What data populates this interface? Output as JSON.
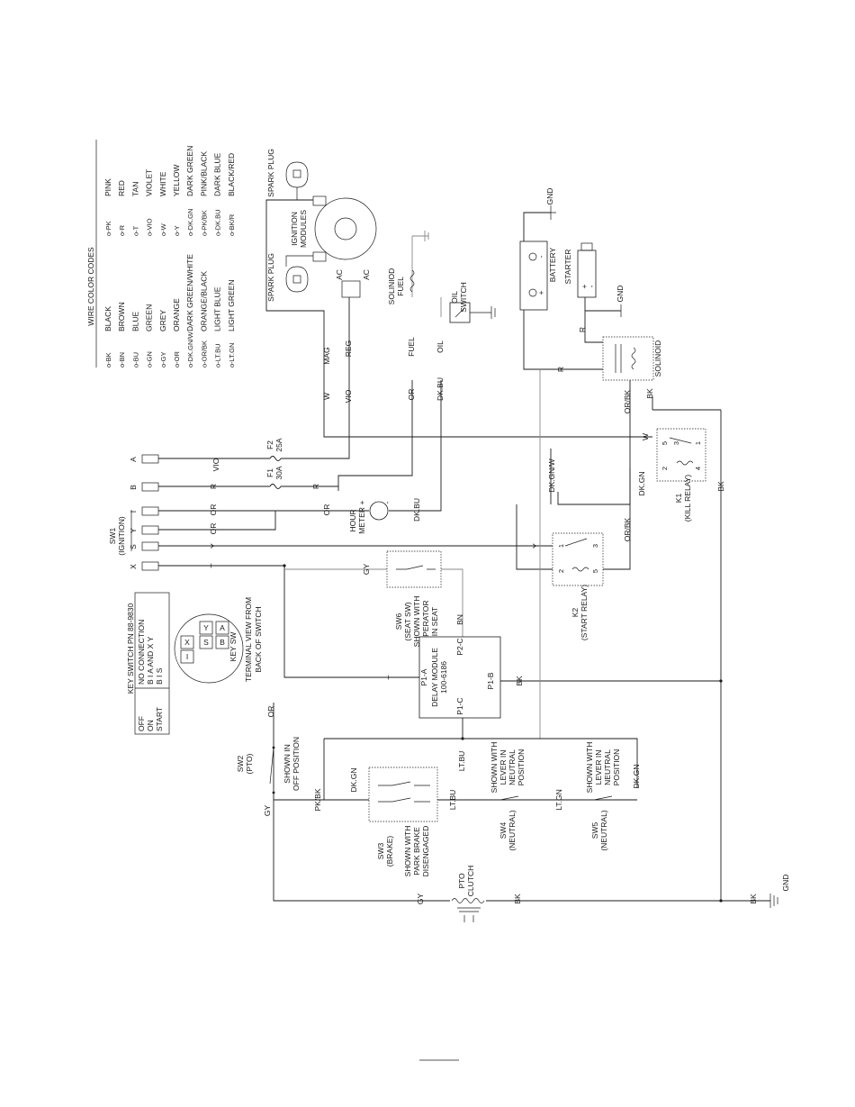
{
  "legend": {
    "title": "WIRE COLOR CODES",
    "rows": [
      {
        "code": "BK",
        "name": "BLACK",
        "code2": "PK",
        "name2": "PINK"
      },
      {
        "code": "BN",
        "name": "BROWN",
        "code2": "R",
        "name2": "RED"
      },
      {
        "code": "BU",
        "name": "BLUE",
        "code2": "T",
        "name2": "TAN"
      },
      {
        "code": "GN",
        "name": "GREEN",
        "code2": "VIO",
        "name2": "VIOLET"
      },
      {
        "code": "GY",
        "name": "GREY",
        "code2": "W",
        "name2": "WHITE"
      },
      {
        "code": "OR",
        "name": "ORANGE",
        "code2": "Y",
        "name2": "YELLOW"
      },
      {
        "code": "DK.GN/W",
        "name": "DARK GREEN/WHITE",
        "code2": "DK.GN",
        "name2": "DARK GREEN"
      },
      {
        "code": "OR/BK",
        "name": "ORANGE/BLACK",
        "code2": "PK/BK",
        "name2": "PINK/BLACK"
      },
      {
        "code": "LT.BU",
        "name": "LIGHT BLUE",
        "code2": "DK.BU",
        "name2": "DARK BLUE"
      },
      {
        "code": "LT.GN",
        "name": "LIGHT GREEN",
        "code2": "BK/R",
        "name2": "BLACK/RED"
      }
    ]
  },
  "keyswitch": {
    "title": "KEY SWITCH PN 88-9830",
    "states": [
      {
        "state": "OFF",
        "connection": "NO CONNECTION"
      },
      {
        "state": "ON",
        "connection": "B I A   AND   X Y"
      },
      {
        "state": "START",
        "connection": "B I S"
      }
    ],
    "terminal_view": "TERMINAL VIEW FROM",
    "terminal_view2": "BACK OF SWITCH",
    "key_sw": "KEY SW",
    "t_x": "X",
    "t_i": "I",
    "t_y": "Y",
    "t_s": "S",
    "t_a": "A",
    "t_b": "B"
  },
  "components": {
    "sw1": "SW1",
    "sw1_desc": "(IGNITION)",
    "f1": "F1",
    "f1_rating": "30A",
    "f2": "F2",
    "f2_rating": "25A",
    "hour_meter": "HOUR",
    "hour_meter2": "METER",
    "spark_plug_top": "SPARK PLUG",
    "spark_plug_left": "SPARK PLUG",
    "ignition": "IGNITION",
    "ignition2": "MODULES",
    "ac": "AC",
    "solenoid_fuel": "SOLINIOD",
    "solenoid_fuel2": "FUEL",
    "oil_switch": "OIL",
    "oil_switch2": "SWITCH",
    "battery": "BATTERY",
    "starter": "STARTER",
    "solenoid": "SOLINOID",
    "gnd": "GND",
    "k1": "K1",
    "k1_desc": "(KILL RELAY)",
    "k2": "K2",
    "k2_desc": "(START RELAY)",
    "sw6": "SW6",
    "sw6_desc": "(SEAT SW)",
    "sw6_note1": "SHOWN WITH",
    "sw6_note2": "OPERATOR",
    "sw6_note3": "IN SEAT",
    "delay": "DELAY MODULE",
    "delay_pn": "100-6186",
    "p1a": "P1-A",
    "p1b": "P1-B",
    "p1c": "P1-C",
    "p2c": "P2-C",
    "sw2": "SW2",
    "sw2_desc": "(PTO)",
    "sw2_note1": "SHOWN IN",
    "sw2_note2": "OFF POSITION",
    "sw3": "SW3",
    "sw3_desc": "(BRAKE)",
    "sw3_note1": "SHOWN WITH",
    "sw3_note2": "PARK BRAKE",
    "sw3_note3": "DISENGAGED",
    "sw4": "SW4",
    "sw4_desc": "(NEUTRAL)",
    "sw4_note1": "SHOWN WITH",
    "sw4_note2": "LEVER IN",
    "sw4_note3": "NEUTRAL",
    "sw4_note4": "POSITION",
    "sw5": "SW5",
    "sw5_desc": "(NEUTRAL)",
    "sw5_note1": "SHOWN WITH",
    "sw5_note2": "LEVER IN",
    "sw5_note3": "NEUTRAL",
    "sw5_note4": "POSITION",
    "pto_clutch": "PTO",
    "pto_clutch2": "CLUTCH"
  },
  "terminals": {
    "a": "A",
    "b": "B",
    "i": "I",
    "y": "Y",
    "s": "S",
    "x": "X"
  },
  "wires": {
    "vio": "VIO",
    "r": "R",
    "or": "OR",
    "y": "Y",
    "t": "T",
    "gy": "GY",
    "bk": "BK",
    "dkbu": "DK.BU",
    "w": "W",
    "mag": "MAG",
    "reg": "REG",
    "fuel": "FUEL",
    "oil": "OIL",
    "orbk": "OR/BK",
    "dkgnw": "DK.GN/W",
    "dkgn": "DK.GN",
    "bn": "BN",
    "ltbu": "LT.BU",
    "ltgn": "LT.GN",
    "pkbk": "PK/BK"
  },
  "relay_pins": {
    "p1": "1",
    "p2": "2",
    "p3": "3",
    "p4": "4",
    "p5": "5"
  },
  "polarity": {
    "plus": "+",
    "minus": "-"
  }
}
